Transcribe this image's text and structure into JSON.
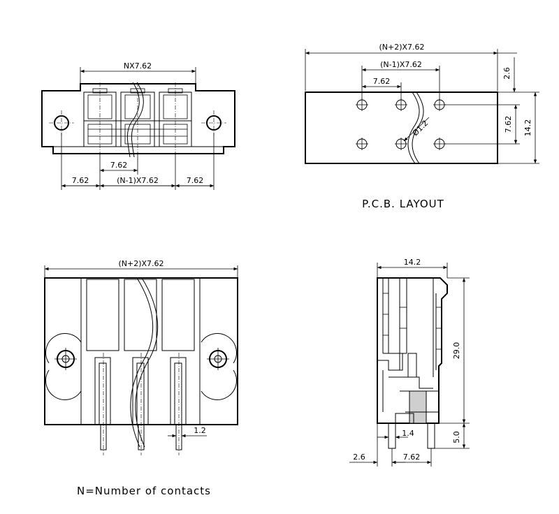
{
  "front_view": {
    "dim_top": "NX7.62",
    "dim_pitch": "7.62",
    "dim_left": "7.62",
    "dim_middle": "(N-1)X7.62",
    "dim_right": "7.62"
  },
  "pcb_layout": {
    "dim_overall": "(N+2)X7.62",
    "dim_span": "(N-1)X7.62",
    "dim_pitch": "7.62",
    "dim_offset": "2.6",
    "dim_row_pitch": "7.62",
    "dim_height": "14.2",
    "dim_hole": "Ø1.2",
    "caption": "P.C.B. LAYOUT"
  },
  "back_view": {
    "dim_overall": "(N+2)X7.62",
    "dim_pin": "1.2",
    "caption": "N=Number of contacts"
  },
  "side_view": {
    "dim_width": "14.2",
    "dim_height": "29.0",
    "dim_pin_len": "5.0",
    "dim_pin_thk": "1.4",
    "dim_left": "2.6",
    "dim_pitch": "7.62"
  }
}
